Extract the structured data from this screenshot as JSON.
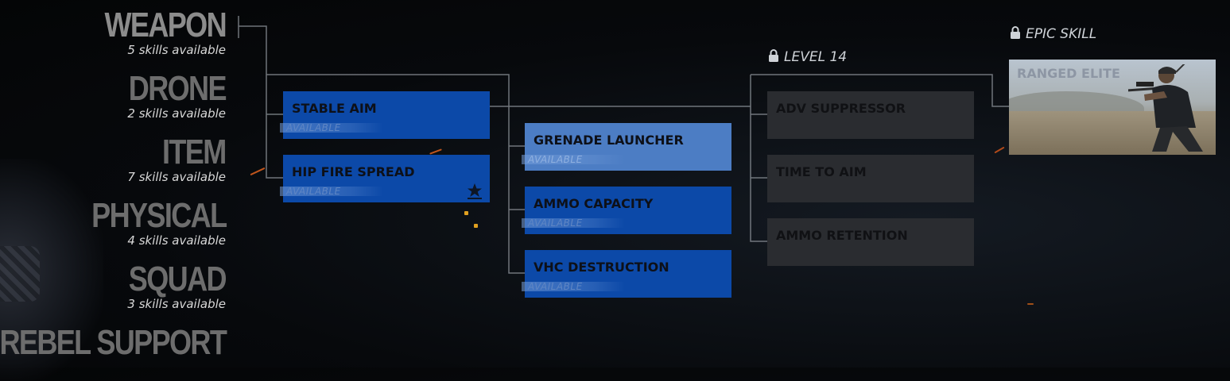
{
  "categories": [
    {
      "name": "WEAPON",
      "sub": "5 skills available"
    },
    {
      "name": "DRONE",
      "sub": "2 skills available"
    },
    {
      "name": "ITEM",
      "sub": "7 skills available"
    },
    {
      "name": "PHYSICAL",
      "sub": "4 skills available"
    },
    {
      "name": "SQUAD",
      "sub": "3 skills available"
    },
    {
      "name": "REBEL SUPPORT",
      "sub": ""
    }
  ],
  "tree": {
    "column1": [
      {
        "title": "STABLE AIM",
        "status": "AVAILABLE"
      },
      {
        "title": "HIP FIRE SPREAD",
        "status": "AVAILABLE",
        "badge": "star-icon"
      }
    ],
    "column2": [
      {
        "title": "GRENADE LAUNCHER",
        "status": "AVAILABLE",
        "selected": true
      },
      {
        "title": "AMMO CAPACITY",
        "status": "AVAILABLE"
      },
      {
        "title": "VHC DESTRUCTION",
        "status": "AVAILABLE"
      }
    ],
    "column3_lock_label": "LEVEL 14",
    "column3": [
      {
        "title": "ADV SUPPRESSOR"
      },
      {
        "title": "TIME TO AIM"
      },
      {
        "title": "AMMO RETENTION"
      }
    ],
    "epic": {
      "lock_label": "EPIC SKILL",
      "title": "RANGED ELITE"
    }
  },
  "colors": {
    "available_node": "#0c49a8",
    "selected_node": "#4c7dc4",
    "locked_node": "#2a2c30",
    "connector": "#8a8f96"
  }
}
